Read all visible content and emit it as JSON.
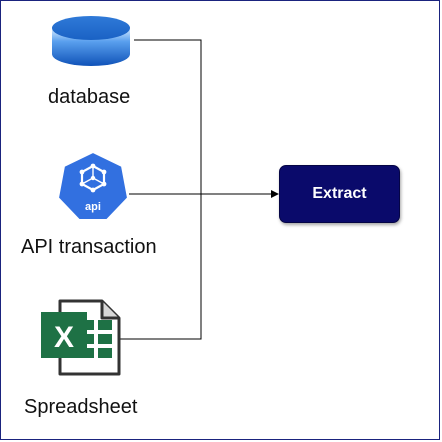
{
  "nodes": {
    "database": {
      "label": "database",
      "icon": "database-icon"
    },
    "api": {
      "label": "API transaction",
      "icon": "api-hexagon-icon",
      "badge": "api"
    },
    "spreadsheet": {
      "label": "Spreadsheet",
      "icon": "excel-file-icon",
      "badge": "X"
    }
  },
  "process": {
    "label": "Extract"
  },
  "colors": {
    "border": "#1a237e",
    "process_fill": "#0a0a6b",
    "database_top": "#4a8fe0",
    "database_body": "#1560c8",
    "api_blue": "#3270e0",
    "excel_green": "#1e7145"
  }
}
